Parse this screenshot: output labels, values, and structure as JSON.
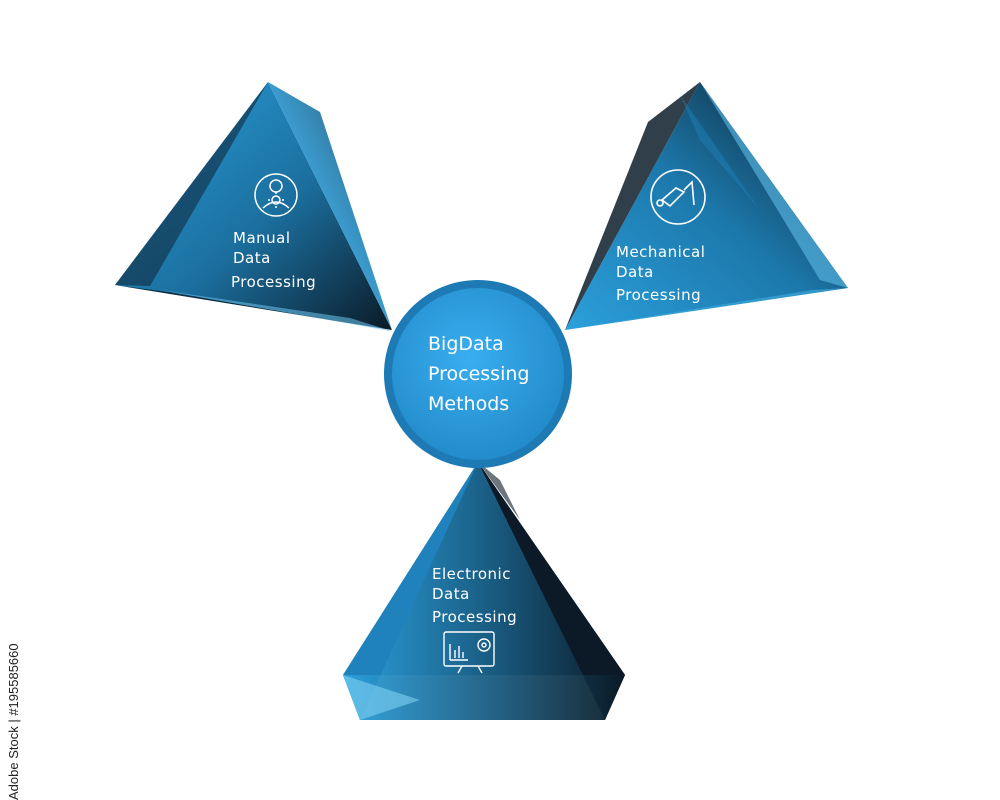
{
  "hub": {
    "lines": [
      "BigData",
      "Processing",
      "Methods"
    ]
  },
  "methods": [
    {
      "lines": [
        "Manual",
        "Data",
        "Processing"
      ],
      "icon": "person-gear-icon"
    },
    {
      "lines": [
        "Mechanical",
        "Data",
        "Processing"
      ],
      "icon": "mechanical-arm-icon"
    },
    {
      "lines": [
        "Electronic",
        "Data",
        "Processing"
      ],
      "icon": "computer-chart-gear-icon"
    }
  ],
  "watermark": {
    "text": "Adobe Stock | #195585660"
  },
  "colors": {
    "bright": "#2ba0dc",
    "mid": "#1b6f9f",
    "dark": "#0b1a26",
    "hub": "#2a9ede",
    "hub_ring": "#1d7ab5"
  }
}
